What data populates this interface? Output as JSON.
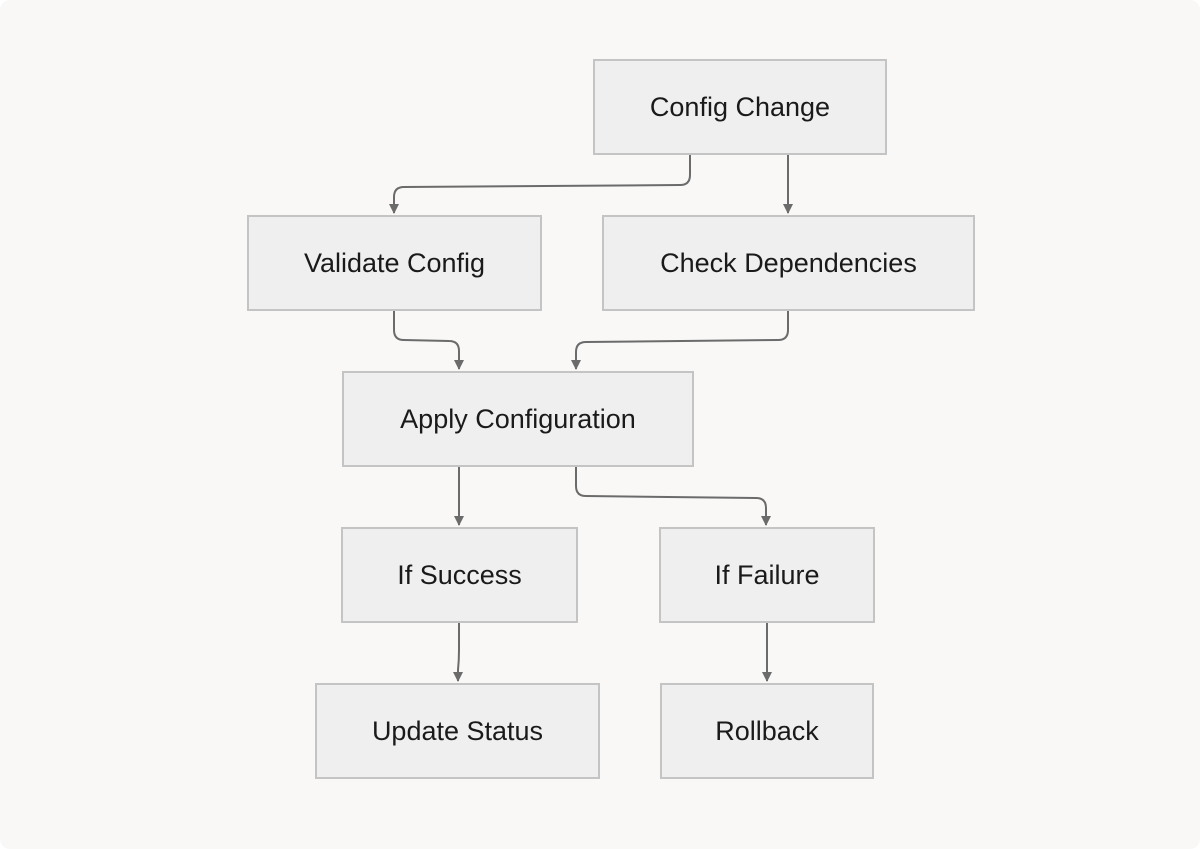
{
  "diagram": {
    "colors": {
      "node_fill": "#efefef",
      "node_border": "#c4c4c4",
      "edge": "#6b6b6b",
      "background": "#f9f8f7"
    },
    "nodes": {
      "config_change": "Config Change",
      "validate_config": "Validate Config",
      "check_dependencies": "Check Dependencies",
      "apply_configuration": "Apply Configuration",
      "if_success": "If Success",
      "if_failure": "If Failure",
      "update_status": "Update Status",
      "rollback": "Rollback"
    },
    "edges": [
      {
        "from": "config_change",
        "to": "validate_config"
      },
      {
        "from": "config_change",
        "to": "check_dependencies"
      },
      {
        "from": "validate_config",
        "to": "apply_configuration"
      },
      {
        "from": "check_dependencies",
        "to": "apply_configuration"
      },
      {
        "from": "apply_configuration",
        "to": "if_success"
      },
      {
        "from": "apply_configuration",
        "to": "if_failure"
      },
      {
        "from": "if_success",
        "to": "update_status"
      },
      {
        "from": "if_failure",
        "to": "rollback"
      }
    ]
  }
}
